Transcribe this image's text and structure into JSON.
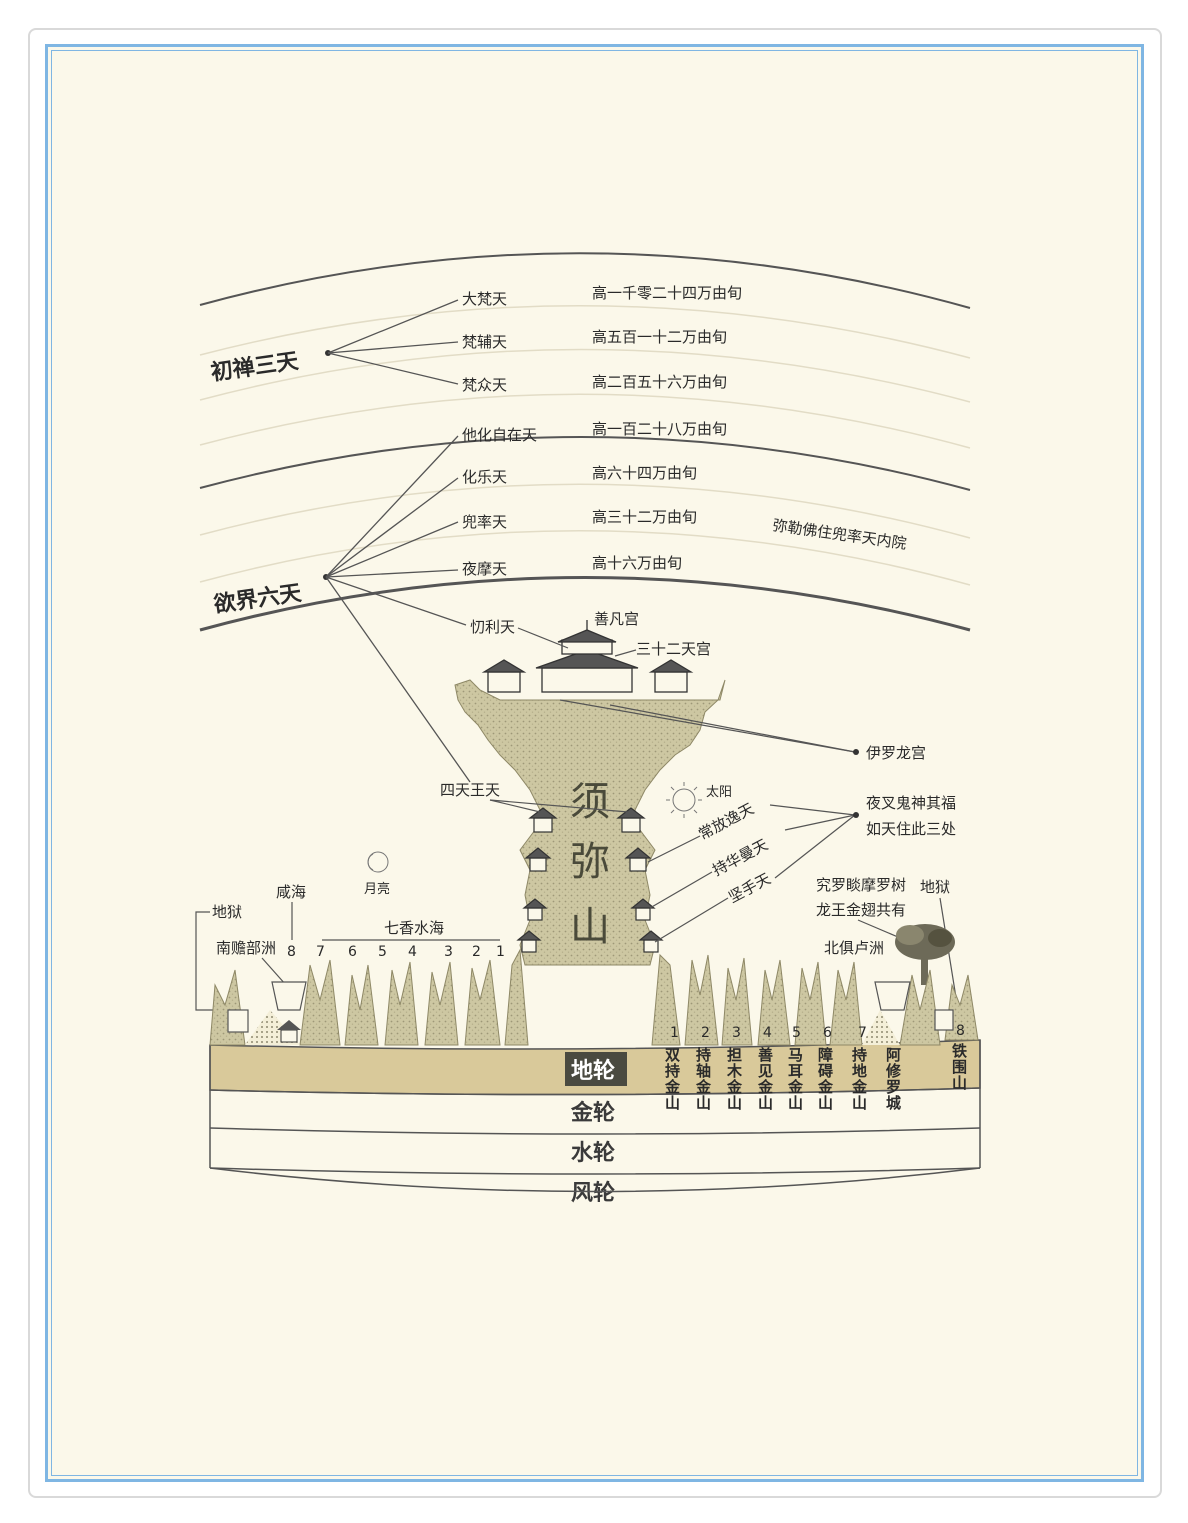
{
  "heavens": {
    "first_dhyana": {
      "title": "初禅三天",
      "levels": [
        {
          "name": "大梵天",
          "height": "高一千零二十四万由旬"
        },
        {
          "name": "梵辅天",
          "height": "高五百一十二万由旬"
        },
        {
          "name": "梵众天",
          "height": "高二百五十六万由旬"
        }
      ]
    },
    "desire_realm": {
      "title": "欲界六天",
      "levels": [
        {
          "name": "他化自在天",
          "height": "高一百二十八万由旬"
        },
        {
          "name": "化乐天",
          "height": "高六十四万由旬"
        },
        {
          "name": "兜率天",
          "height": "高三十二万由旬"
        },
        {
          "name": "夜摩天",
          "height": "高十六万由旬"
        }
      ],
      "note": "弥勒佛住兜率天内院",
      "trayastrimsa": "忉利天",
      "four_kings": "四天王天"
    }
  },
  "sumeru": {
    "name": [
      "须",
      "弥",
      "山"
    ],
    "palace_main": "善凡宫",
    "palace_32": "三十二天宫",
    "dragon_palace": "伊罗龙宫",
    "sun": "太阳",
    "moon": "月亮",
    "tiers": [
      "常放逸天",
      "持华曼天",
      "坚手天"
    ],
    "yaksha_note": [
      "夜叉鬼神其福",
      "如天住此三处"
    ]
  },
  "left_side": {
    "hell": "地狱",
    "salt_sea": "咸海",
    "continent": "南赡部洲",
    "seven_seas": "七香水海",
    "sea_numbers": [
      "8",
      "7",
      "6",
      "5",
      "4",
      "3",
      "2",
      "1"
    ]
  },
  "right_side": {
    "hell": "地狱",
    "tree_note": [
      "究罗睒摩罗树",
      "龙王金翅共有"
    ],
    "continent": "北俱卢洲",
    "mountain_numbers": [
      "1",
      "2",
      "3",
      "4",
      "5",
      "6",
      "7",
      "8"
    ],
    "mountains": [
      "双持金山",
      "持轴金山",
      "担木金山",
      "善见金山",
      "马耳金山",
      "障碍金山",
      "持地金山",
      "阿修罗城",
      "铁围山"
    ]
  },
  "rings": [
    "地轮",
    "金轮",
    "水轮",
    "风轮"
  ],
  "colors": {
    "paper": "#fbf8ea",
    "mountain": "#cfc9a4",
    "earth_band": "#d9c99a",
    "frame": "#7fb6e3"
  }
}
